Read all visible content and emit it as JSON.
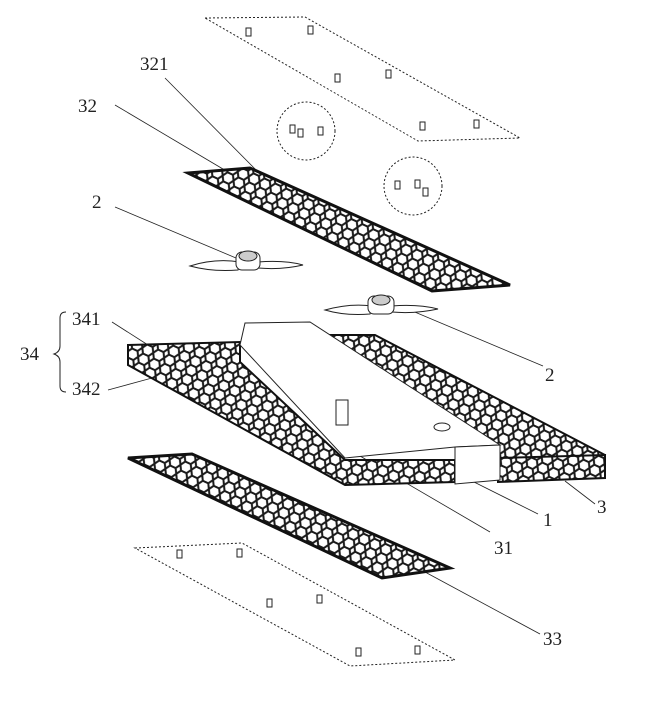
{
  "figure": {
    "labels": {
      "l321": "321",
      "l32": "32",
      "l2a": "2",
      "l2b": "2",
      "l34": "34",
      "l341": "341",
      "l342": "342",
      "l3": "3",
      "l1": "1",
      "l31": "31",
      "l33": "33"
    },
    "colors": {
      "ink": "#222222",
      "mesh": "#1a1a1a"
    }
  }
}
